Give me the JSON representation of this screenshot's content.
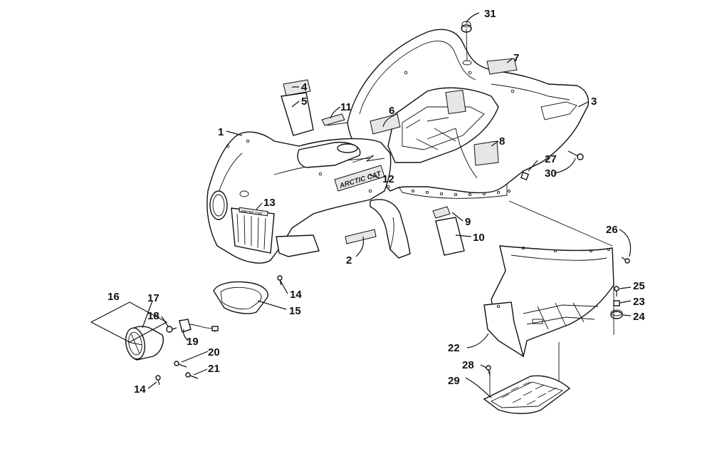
{
  "diagram": {
    "callouts": [
      {
        "id": "c1",
        "label": "1"
      },
      {
        "id": "c2",
        "label": "2"
      },
      {
        "id": "c3",
        "label": "3"
      },
      {
        "id": "c4",
        "label": "4"
      },
      {
        "id": "c5",
        "label": "5"
      },
      {
        "id": "c6",
        "label": "6"
      },
      {
        "id": "c7",
        "label": "7"
      },
      {
        "id": "c8",
        "label": "8"
      },
      {
        "id": "c9",
        "label": "9"
      },
      {
        "id": "c10",
        "label": "10"
      },
      {
        "id": "c11",
        "label": "11"
      },
      {
        "id": "c12",
        "label": "12"
      },
      {
        "id": "c13",
        "label": "13"
      },
      {
        "id": "c14a",
        "label": "14"
      },
      {
        "id": "c14b",
        "label": "14"
      },
      {
        "id": "c15",
        "label": "15"
      },
      {
        "id": "c16",
        "label": "16"
      },
      {
        "id": "c17",
        "label": "17"
      },
      {
        "id": "c18",
        "label": "18"
      },
      {
        "id": "c19",
        "label": "19"
      },
      {
        "id": "c20",
        "label": "20"
      },
      {
        "id": "c21",
        "label": "21"
      },
      {
        "id": "c22",
        "label": "22"
      },
      {
        "id": "c23",
        "label": "23"
      },
      {
        "id": "c24",
        "label": "24"
      },
      {
        "id": "c25",
        "label": "25"
      },
      {
        "id": "c26",
        "label": "26"
      },
      {
        "id": "c27",
        "label": "27"
      },
      {
        "id": "c28",
        "label": "28"
      },
      {
        "id": "c29",
        "label": "29"
      },
      {
        "id": "c30",
        "label": "30"
      },
      {
        "id": "c31",
        "label": "31"
      }
    ],
    "decals": {
      "logo_text": "ARCTIC CAT",
      "grille_badge": "ARCTIC CAT"
    }
  }
}
